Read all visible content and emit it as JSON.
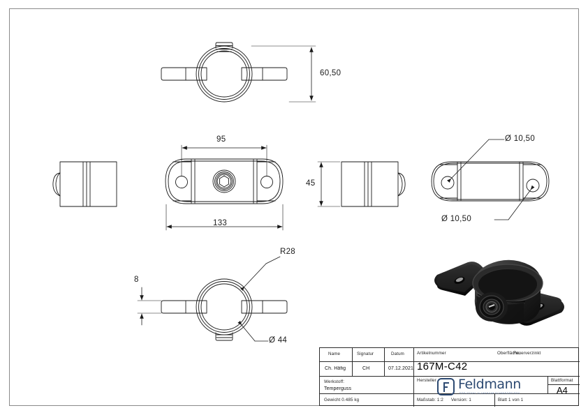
{
  "document": {
    "type": "technical-drawing",
    "sheet_format": "A4",
    "orientation": "landscape"
  },
  "dimensions": {
    "top_view_height": "60,50",
    "front_center_distance": "95",
    "front_overall_width": "133",
    "side_view_height": "45",
    "hole_diameter_upper": "Ø 10,50",
    "hole_diameter_lower": "Ø 10,50",
    "radius_callout": "R28",
    "plate_thickness": "8",
    "bore_diameter": "Ø 44"
  },
  "title_block": {
    "header_name": "Name",
    "header_signature": "Signatur",
    "header_date": "Datum",
    "header_article": "Artikelnummer",
    "surface_label": "Oberfläche:",
    "surface_value": "Feuerverzinkt",
    "value_name": "Ch. Häfig",
    "value_signature": "CH",
    "value_date": "07.12.2021",
    "article_number": "167M-C42",
    "material_label": "Werkstoff:",
    "material_value": "Temperguss",
    "manufacturer_label": "Hersteller",
    "sheetformat_label": "Blattformat",
    "sheetformat_value": "A4",
    "weight": "Gewicht 0.485 kg",
    "scale": "Maßstab: 1:2",
    "version": "Version: 1",
    "sheet_count": "Blatt 1 von 1"
  },
  "logo": {
    "wordmark": "Feldmann",
    "tagline": "EDELSTAHL ALUMINIUM SCHMIEDEEISEN",
    "color": "#2d4a72"
  },
  "colors": {
    "line": "#1a1a1a",
    "frame": "#8a8a8a",
    "render_body": "#1c1c1c",
    "background": "#ffffff"
  }
}
